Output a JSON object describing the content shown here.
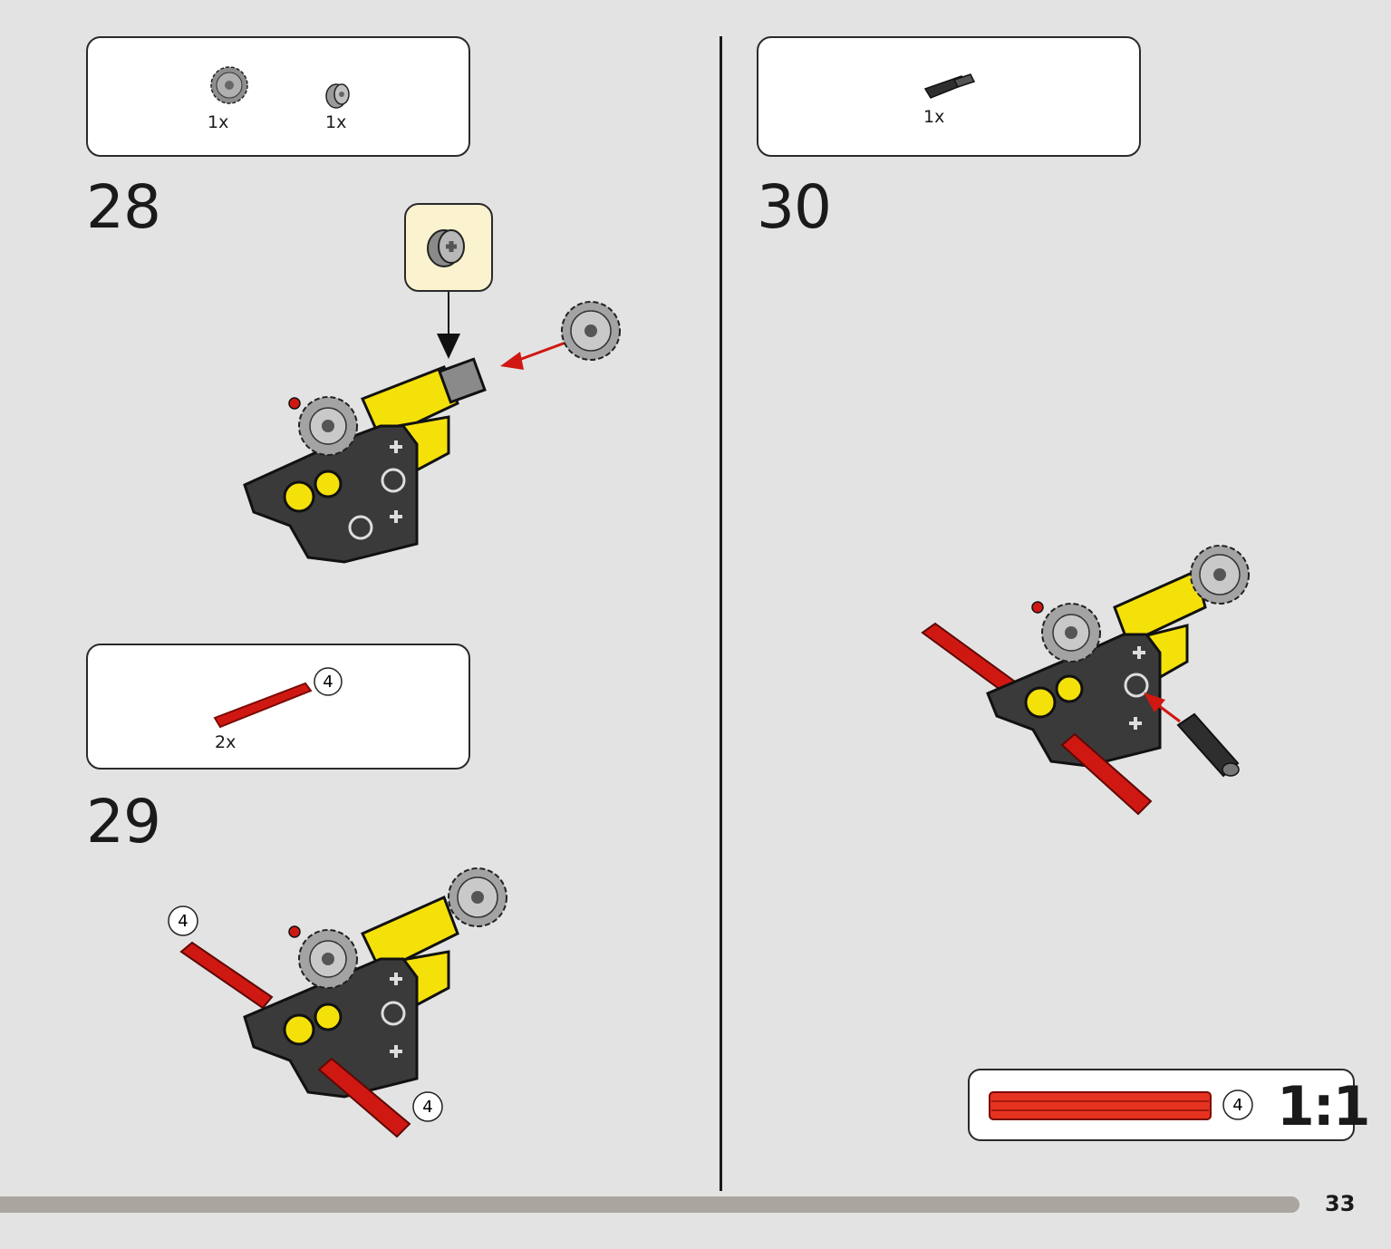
{
  "page": {
    "number": "33"
  },
  "steps": [
    {
      "number": "28",
      "parts": [
        {
          "name": "gear",
          "qty": "1x"
        },
        {
          "name": "bush",
          "qty": "1x"
        }
      ]
    },
    {
      "number": "29",
      "parts": [
        {
          "name": "axle-4-red",
          "qty": "2x",
          "length": "4"
        }
      ],
      "labels": [
        "4",
        "4"
      ]
    },
    {
      "number": "30",
      "parts": [
        {
          "name": "connector-pin",
          "qty": "1x"
        }
      ]
    }
  ],
  "scale_reference": {
    "length": "4",
    "label": "1:1"
  },
  "colors": {
    "background": "#e3e3e3",
    "yellow": "#f5e10a",
    "dark": "#3a3a3a",
    "red": "#d01812",
    "callout": "#fbf2cf",
    "footer": "#aaa59f"
  }
}
